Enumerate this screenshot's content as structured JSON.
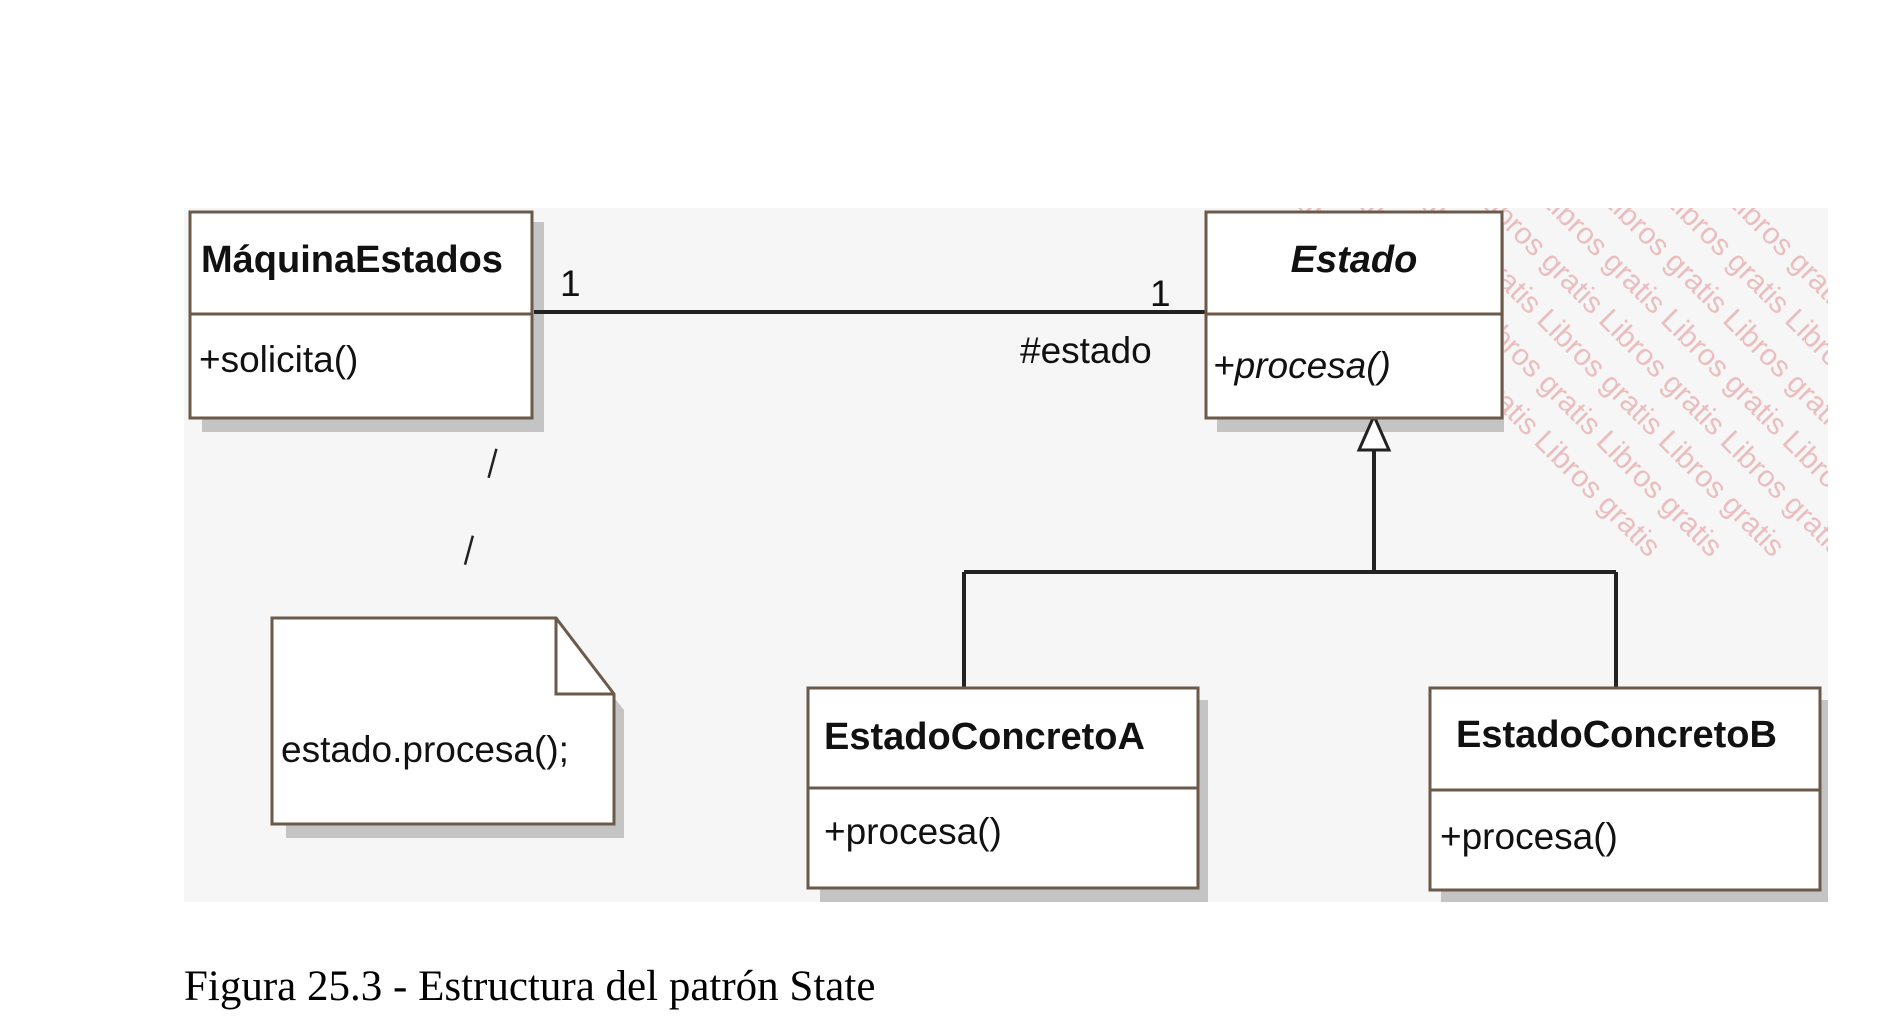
{
  "diagram": {
    "classes": {
      "maquina": {
        "name": "MáquinaEstados",
        "method": "+solicita()"
      },
      "estado": {
        "name": "Estado",
        "method": "+procesa()"
      },
      "concreto_a": {
        "name": "EstadoConcretoA",
        "method": "+procesa()"
      },
      "concreto_b": {
        "name": "EstadoConcretoB",
        "method": "+procesa()"
      }
    },
    "association": {
      "left_multiplicity": "1",
      "right_multiplicity": "1",
      "role": "#estado"
    },
    "note": {
      "text": "estado.procesa();"
    },
    "watermark": {
      "text": "Libros gratis"
    },
    "colors": {
      "border": "#6b5a4a",
      "box_fill": "#ffffff",
      "shadow": "#c4c4c4",
      "line": "#222222",
      "watermark": "#e9b8b8"
    }
  },
  "caption": "Figura 25.3 - Estructura del patrón State"
}
